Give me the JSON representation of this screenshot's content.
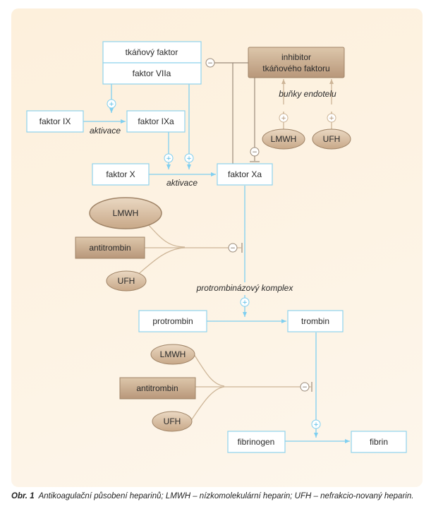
{
  "nodes": {
    "tissue_factor": "tkáňový faktor",
    "factor_viia": "faktor VIIa",
    "inhibitor_line1": "inhibitor",
    "inhibitor_line2": "tkáňového faktoru",
    "endothelial_cells": "buňky endotelu",
    "lmwh_top": "LMWH",
    "ufh_top": "UFH",
    "factor_ix": "faktor IX",
    "activation_1": "aktivace",
    "factor_ixa": "faktor IXa",
    "factor_x": "faktor X",
    "activation_2": "aktivace",
    "factor_xa": "faktor Xa",
    "lmwh_mid": "LMWH",
    "antithrombin_mid": "antitrombin",
    "ufh_mid": "UFH",
    "prothrombinase_complex": "protrombinázový komplex",
    "prothrombin": "protrombin",
    "thrombin": "trombin",
    "lmwh_low": "LMWH",
    "antithrombin_low": "antitrombin",
    "ufh_low": "UFH",
    "fibrinogen": "fibrinogen",
    "fibrin": "fibrin"
  },
  "symbols": {
    "plus": "+",
    "minus": "−"
  },
  "caption": {
    "label": "Obr. 1",
    "text": "Antikoagulační působení heparinů; LMWH – nízkomolekulární heparin; UFH – nefrakcio-novaný heparin."
  },
  "colors": {
    "blue_line": "#7fcff0",
    "brown_box": "#c9ad8c",
    "panel": "#fdf1de"
  }
}
